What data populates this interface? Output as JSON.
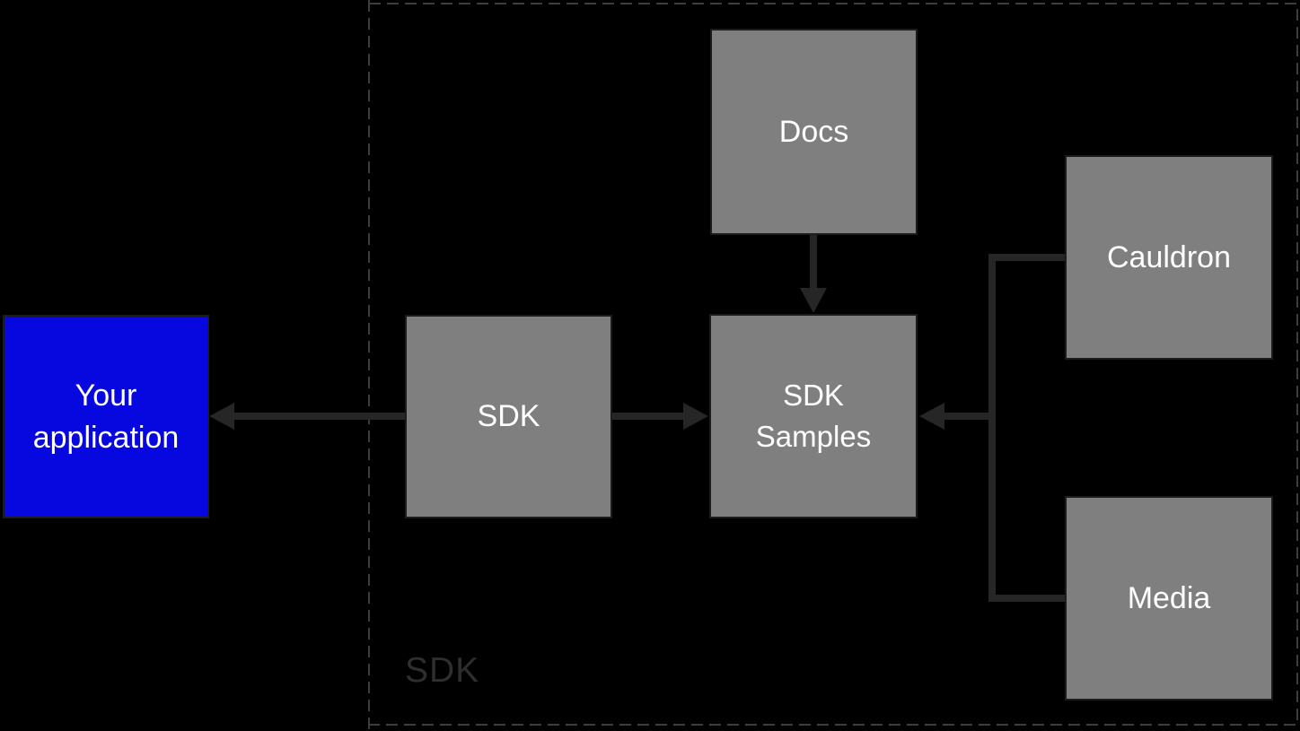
{
  "diagram": {
    "group": {
      "label": "SDK"
    },
    "nodes": [
      {
        "id": "your-application",
        "label": "Your application",
        "fill": "#0707e0",
        "text_color": "#ffffff"
      },
      {
        "id": "sdk",
        "label": "SDK",
        "fill": "#7f7f7f",
        "text_color": "#ffffff"
      },
      {
        "id": "docs",
        "label": "Docs",
        "fill": "#7f7f7f",
        "text_color": "#ffffff"
      },
      {
        "id": "sdk-samples",
        "label": "SDK Samples",
        "fill": "#7f7f7f",
        "text_color": "#ffffff"
      },
      {
        "id": "cauldron",
        "label": "Cauldron",
        "fill": "#7f7f7f",
        "text_color": "#ffffff"
      },
      {
        "id": "media",
        "label": "Media",
        "fill": "#7f7f7f",
        "text_color": "#ffffff"
      }
    ],
    "edges": [
      {
        "from": "sdk",
        "to": "your-application",
        "type": "arrow",
        "direction": "left"
      },
      {
        "from": "sdk",
        "to": "sdk-samples",
        "type": "arrow",
        "direction": "right"
      },
      {
        "from": "docs",
        "to": "sdk-samples",
        "type": "arrow",
        "direction": "down"
      },
      {
        "from": "cauldron",
        "to": "sdk-samples",
        "type": "arrow-via-bracket",
        "direction": "left"
      },
      {
        "from": "media",
        "to": "sdk-samples",
        "type": "arrow-via-bracket",
        "direction": "left"
      }
    ],
    "colors": {
      "background": "#000000",
      "node_gray": "#7f7f7f",
      "node_blue": "#0707e0",
      "node_border": "#1c1c1c",
      "node_text": "#ffffff",
      "arrow": "#262626",
      "dashed_border": "#3d3d3d",
      "group_label": "#2e2e2e"
    }
  }
}
